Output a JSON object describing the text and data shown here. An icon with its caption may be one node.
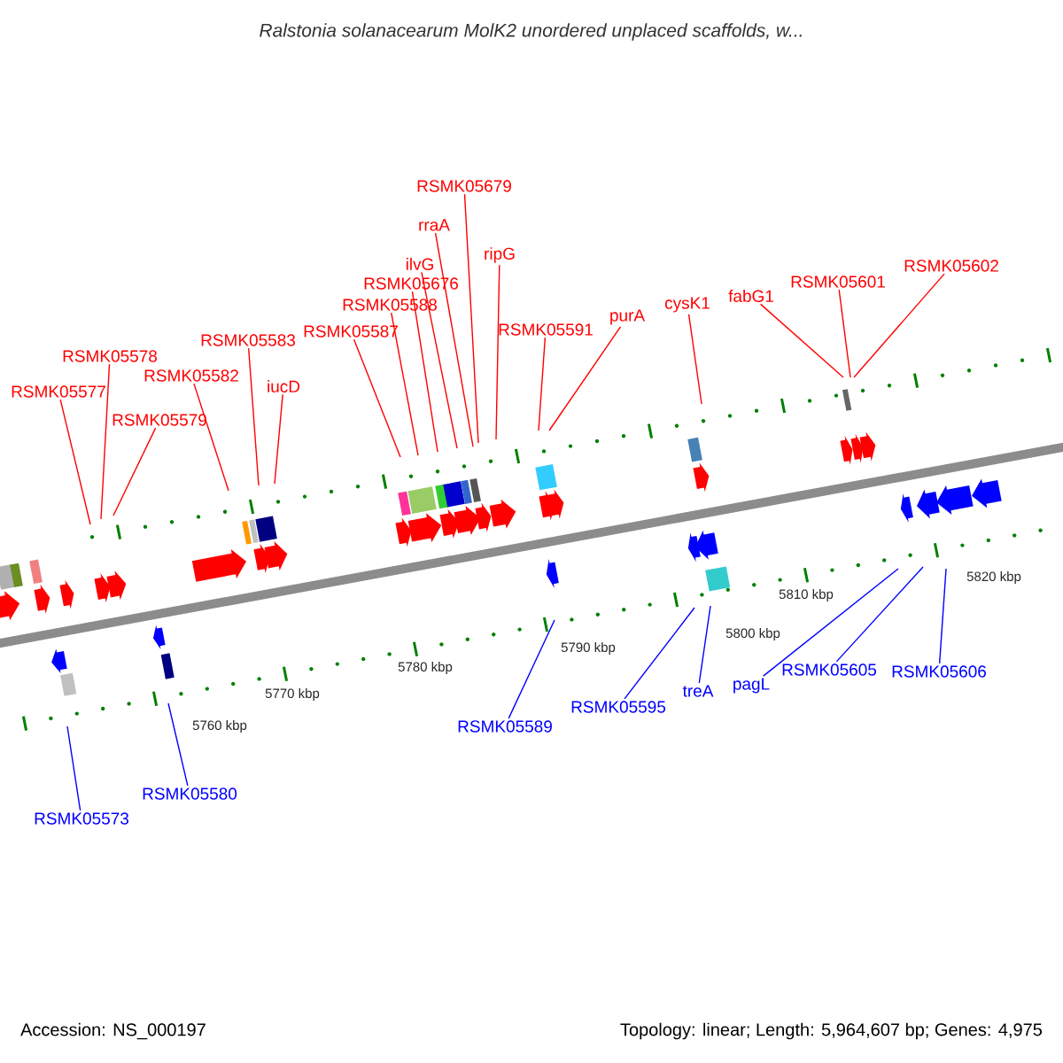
{
  "diagram": {
    "title": "*Ralstonia solanacearum* MolK2 unordered unplaced scaffolds, w...",
    "nodes": [
      {
        "text": [
          "RSMK05679"
        ]
      },
      {
        "text": [
          "rraA"
        ]
      },
      {
        "text": [
          "ilvG"
        ]
      },
      {
        "text": [
          "ripG"
        ]
      },
      {
        "text": [
          "RSMK05676"
        ]
      },
      {
        "text": [
          "RSMK05588"
        ]
      },
      {
        "text": [
          "RSMK05587"
        ]
      },
      {
        "text": [
          "RSMK05591"
        ]
      },
      {
        "text": [
          "purA"
        ]
      },
      {
        "text": [
          "cysK1"
        ]
      },
      {
        "text": [
          "fabG1"
        ]
      },
      {
        "text": [
          "RSMK05601"
        ]
      },
      {
        "text": [
          "RSMK05602"
        ]
      },
      {
        "text": [
          "RSMK05583"
        ]
      },
      {
        "text": [
          "RSMK05578"
        ]
      },
      {
        "text": [
          "RSMK05582"
        ]
      },
      {
        "text": [
          "iucD"
        ]
      },
      {
        "text": [
          "RSMK05577"
        ]
      },
      {
        "text": [
          "RSMK05579"
        ]
      },
      {
        "text": [
          "RSMK05589"
        ]
      },
      {
        "text": [
          "RSMK05595"
        ]
      },
      {
        "text": [
          "treA"
        ]
      },
      {
        "text": [
          "pagL"
        ]
      },
      {
        "text": [
          "RSMK05605"
        ]
      },
      {
        "text": [
          "RSMK05606"
        ]
      },
      {
        "text": [
          "RSMK05580"
        ]
      },
      {
        "text": [
          "RSMK05573"
        ]
      }
    ],
    "edges": [
      {
        "from": 0,
        "to": null,
        "arrow": "none"
      },
      {
        "from": 1,
        "to": null,
        "arrow": "none"
      },
      {
        "from": 2,
        "to": null,
        "arrow": "none"
      },
      {
        "from": 3,
        "to": null,
        "arrow": "none"
      },
      {
        "from": 4,
        "to": null,
        "arrow": "none"
      },
      {
        "from": 5,
        "to": null,
        "arrow": "none"
      },
      {
        "from": 6,
        "to": null,
        "arrow": "none"
      },
      {
        "from": 7,
        "to": null,
        "arrow": "none"
      },
      {
        "from": 8,
        "to": null,
        "arrow": "none"
      },
      {
        "from": 9,
        "to": null,
        "arrow": "none"
      },
      {
        "from": 10,
        "to": null,
        "arrow": "none"
      },
      {
        "from": 11,
        "to": null,
        "arrow": "none"
      },
      {
        "from": 12,
        "to": null,
        "arrow": "none"
      },
      {
        "from": 13,
        "to": null,
        "arrow": "none"
      },
      {
        "from": 14,
        "to": null,
        "arrow": "none"
      },
      {
        "from": 15,
        "to": null,
        "arrow": "none"
      },
      {
        "from": 16,
        "to": null,
        "arrow": "none"
      },
      {
        "from": 17,
        "to": null,
        "arrow": "none"
      },
      {
        "from": 18,
        "to": null,
        "arrow": "none"
      },
      {
        "from": 19,
        "to": null,
        "arrow": "none",
        "color": "#0000ff"
      },
      {
        "from": 20,
        "to": null,
        "arrow": "none",
        "color": "#0000ff"
      },
      {
        "from": 21,
        "to": null,
        "arrow": "none",
        "color": "#0000ff"
      },
      {
        "from": 22,
        "to": null,
        "arrow": "none",
        "color": "#0000ff"
      },
      {
        "from": 23,
        "to": null,
        "arrow": "none",
        "color": "#0000ff"
      },
      {
        "from": 24,
        "to": null,
        "arrow": "none",
        "color": "#0000ff"
      },
      {
        "from": 25,
        "to": null,
        "arrow": "none",
        "color": "#0000ff"
      },
      {
        "from": 26,
        "to": null,
        "arrow": "none",
        "color": "#0000ff"
      }
    ],
    "labels": [
      "5760 kbp",
      "5770 kbp",
      "5780 kbp",
      "5790 kbp",
      "5800 kbp",
      "5810 kbp",
      "5820 kbp",
      "Accession: NS_000197",
      "Topology: linear; Length: 5,964,607 bp; Genes: 4,975"
    ]
  }
}
